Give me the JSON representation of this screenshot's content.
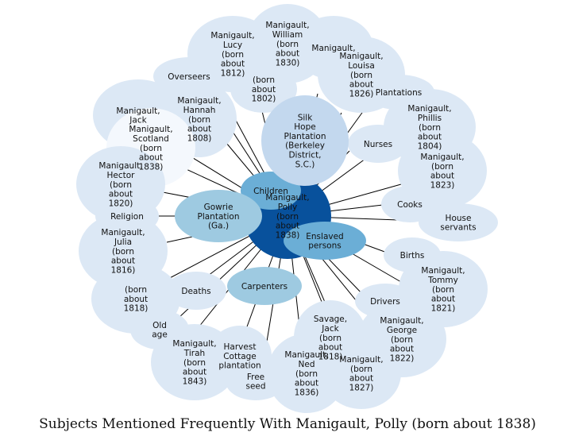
{
  "colors": {
    "outer": "#dce8f5",
    "outer_light": "#f4f8fd",
    "mid": "#c3d8ee",
    "group": "#9ecae1",
    "selected": "#6baed6",
    "center": "#08519c",
    "edge": "#000000"
  },
  "center": {
    "label": [
      "Manigault,",
      "Polly",
      "(born",
      "about",
      "1838)"
    ]
  },
  "hubs": [
    {
      "label": [
        "Children"
      ]
    },
    {
      "label": [
        "Gowrie",
        "Plantation",
        "(Ga.)"
      ]
    },
    {
      "label": [
        "Enslaved",
        "persons"
      ]
    },
    {
      "label": [
        "Carpenters"
      ]
    },
    {
      "label": [
        "Silk",
        "Hope",
        "Plantation",
        "(Berkeley",
        "District,",
        "S.C.)"
      ]
    }
  ],
  "nodes": [
    {
      "label": [
        "Manigault,",
        "Lucy",
        "(born",
        "about",
        "1812)"
      ]
    },
    {
      "label": [
        "Manigault,",
        "William",
        "(born",
        "about",
        "1830)"
      ]
    },
    {
      "label": [
        "Manigault,"
      ]
    },
    {
      "label": [
        "Manigault,",
        "Louisa",
        "(born",
        "about",
        "1826)"
      ]
    },
    {
      "label": [
        "Overseers"
      ]
    },
    {
      "label": [
        "Plantations"
      ]
    },
    {
      "label": [
        "Manigault,",
        "Hannah",
        "(born",
        "about",
        "1808)"
      ]
    },
    {
      "label": [
        "(born",
        "about",
        "1802)"
      ]
    },
    {
      "label": [
        "Manigault,",
        "Phillis",
        "(born",
        "about",
        "1804)"
      ]
    },
    {
      "label": [
        "Manigault,",
        "Jack"
      ]
    },
    {
      "label": [
        "Manigault,",
        "Scotland",
        "(born",
        "about",
        "1838)"
      ]
    },
    {
      "label": [
        "Nurses"
      ]
    },
    {
      "label": [
        "Manigault,",
        "Hector",
        "(born",
        "about",
        "1820)"
      ]
    },
    {
      "label": [
        "Manigault,",
        "(born",
        "about",
        "1823)"
      ]
    },
    {
      "label": [
        "Cooks"
      ]
    },
    {
      "label": [
        "House",
        "servants"
      ]
    },
    {
      "label": [
        "Religion"
      ]
    },
    {
      "label": [
        "Manigault,",
        "Julia",
        "(born",
        "about",
        "1816)"
      ]
    },
    {
      "label": [
        "Births"
      ]
    },
    {
      "label": [
        "Manigault,",
        "Tommy",
        "(born",
        "about",
        "1821)"
      ]
    },
    {
      "label": [
        "(born",
        "about",
        "1818)"
      ]
    },
    {
      "label": [
        "Deaths"
      ]
    },
    {
      "label": [
        "Drivers"
      ]
    },
    {
      "label": [
        "Old",
        "age"
      ]
    },
    {
      "label": [
        "Savage,",
        "Jack",
        "(born",
        "about",
        "1818)"
      ]
    },
    {
      "label": [
        "Manigault,",
        "George",
        "(born",
        "about",
        "1822)"
      ]
    },
    {
      "label": [
        "Manigault,",
        "Tirah",
        "(born",
        "about",
        "1843)"
      ]
    },
    {
      "label": [
        "Harvest",
        "Cottage",
        "plantation"
      ]
    },
    {
      "label": [
        "Free",
        "seed"
      ]
    },
    {
      "label": [
        "Manigault,",
        "Ned",
        "(born",
        "about",
        "1836)"
      ]
    },
    {
      "label": [
        "Manigault,",
        "(born",
        "about",
        "1827)"
      ]
    }
  ],
  "caption": "Subjects Mentioned Frequently With Manigault, Polly (born about 1838)"
}
